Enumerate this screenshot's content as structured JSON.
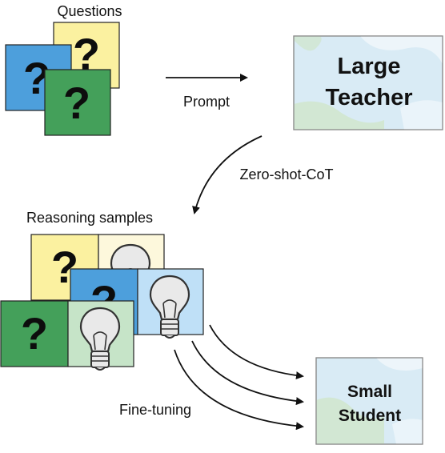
{
  "labels": {
    "questions": "Questions",
    "prompt": "Prompt",
    "zero_shot_cot": "Zero-shot-CoT",
    "reasoning_samples": "Reasoning samples",
    "fine_tuning": "Fine-tuning"
  },
  "question_glyph": "?",
  "teacher": {
    "line1": "Large",
    "line2": "Teacher"
  },
  "student": {
    "line1": "Small",
    "line2": "Student"
  },
  "colors": {
    "yellow": "#fbf1a0",
    "blue": "#4d9fdc",
    "green": "#44a05a",
    "light_yellow": "#fdf8dc",
    "light_blue": "#bfe0f7",
    "light_green": "#c6e4c8",
    "box_bg": "#d9ebf5",
    "blob_green": "#cfe6cb",
    "blob_white": "#eef6fb"
  },
  "icons": [
    "question-card-icon",
    "lightbulb-icon",
    "curved-arrow-icon"
  ]
}
